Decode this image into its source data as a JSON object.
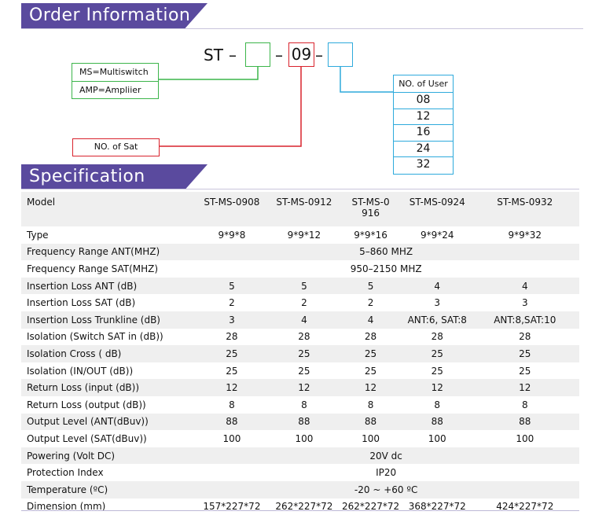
{
  "order": {
    "title": "Order Information",
    "prefix": "ST",
    "dash": "–",
    "middle_value": "09",
    "type_options": [
      "MS=Multiswitch",
      "AMP=Ampliier"
    ],
    "sat_label": "NO. of Sat",
    "user_header": "NO. of User",
    "user_values": [
      "08",
      "12",
      "16",
      "24",
      "32"
    ],
    "colors": {
      "green": "#3cb54a",
      "red": "#d9232d",
      "blue": "#2eaadc",
      "banner": "#5a4a9e"
    }
  },
  "spec": {
    "title": "Specification",
    "model_label": "Model",
    "models": [
      "ST-MS-0908",
      "ST-MS-0912",
      "ST-MS-0916",
      "ST-MS-0924",
      "ST-MS-0932"
    ],
    "rows": [
      {
        "param": "Type",
        "values": [
          "9*9*8",
          "9*9*12",
          "9*9*16",
          "9*9*24",
          "9*9*32"
        ]
      },
      {
        "param": "Frequency Range ANT(MHZ)",
        "span": "5–860 MHZ"
      },
      {
        "param": "Frequency Range SAT(MHZ)",
        "span": "950–2150 MHZ"
      },
      {
        "param": "Insertion Loss ANT (dB)",
        "values": [
          "5",
          "5",
          "5",
          "4",
          "4"
        ]
      },
      {
        "param": "Insertion Loss SAT (dB)",
        "values": [
          "2",
          "2",
          "2",
          "3",
          "3"
        ]
      },
      {
        "param": "Insertion Loss Trunkline (dB)",
        "values": [
          "3",
          "4",
          "4",
          "ANT:6, SAT:8",
          "ANT:8,SAT:10"
        ]
      },
      {
        "param": "Isolation (Switch SAT in (dB))",
        "values": [
          "28",
          "28",
          "28",
          "28",
          "28"
        ]
      },
      {
        "param": "Isolation Cross ( dB)",
        "values": [
          "25",
          "25",
          "25",
          "25",
          "25"
        ]
      },
      {
        "param": "Isolation (IN/OUT (dB))",
        "values": [
          "25",
          "25",
          "25",
          "25",
          "25"
        ]
      },
      {
        "param": "Return Loss (input (dB))",
        "values": [
          "12",
          "12",
          "12",
          "12",
          "12"
        ]
      },
      {
        "param": "Return Loss (output (dB))",
        "values": [
          "8",
          "8",
          "8",
          "8",
          "8"
        ]
      },
      {
        "param": "Output Level (ANT(dBuv))",
        "values": [
          "88",
          "88",
          "88",
          "88",
          "88"
        ]
      },
      {
        "param": "Output Level (SAT(dBuv))",
        "values": [
          "100",
          "100",
          "100",
          "100",
          "100"
        ]
      },
      {
        "param": "Powering (Volt DC)",
        "span": "20V dc"
      },
      {
        "param": "Protection Index",
        "span": "IP20"
      },
      {
        "param": "Temperature (ºC)",
        "span": "-20 ~ +60 ºC"
      },
      {
        "param": "Dimension (mm)",
        "values": [
          "157*227*72",
          "262*227*72",
          "262*227*72",
          "368*227*72",
          "424*227*72"
        ]
      }
    ]
  }
}
